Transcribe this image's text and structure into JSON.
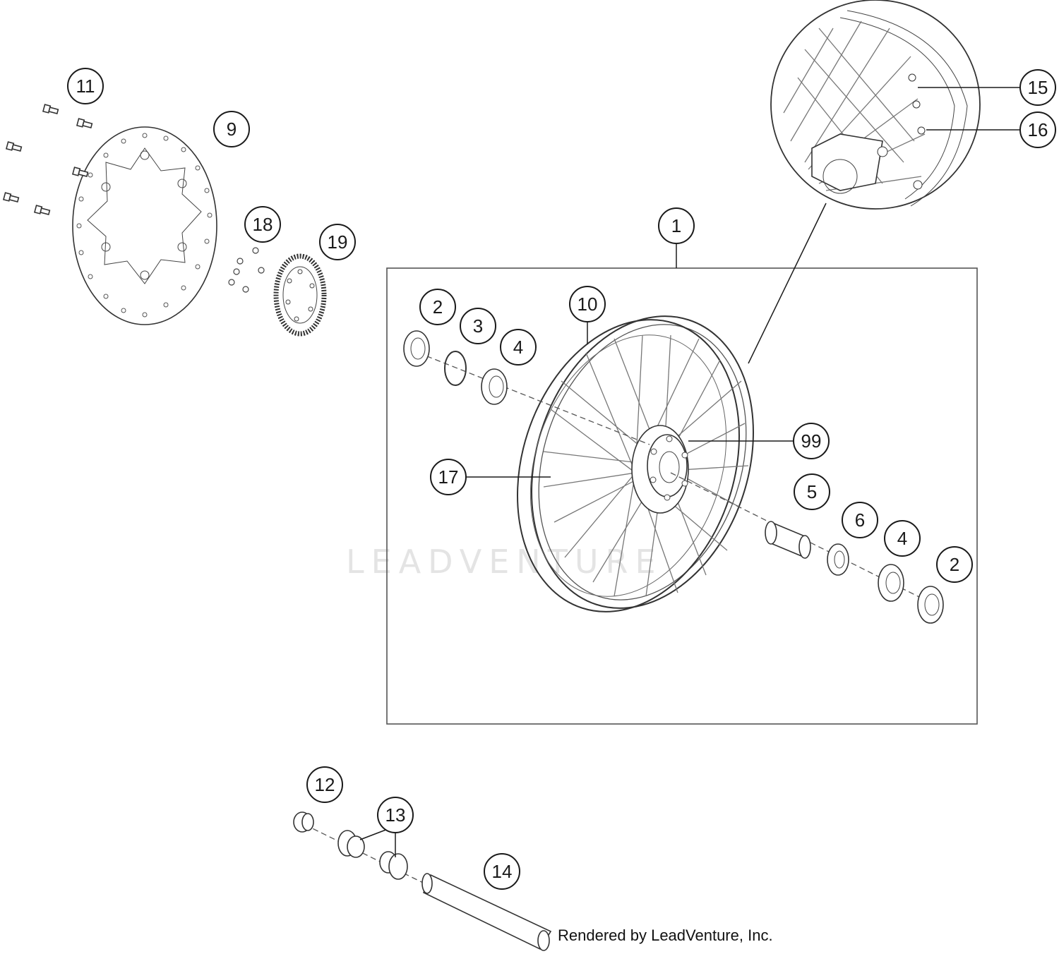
{
  "diagram": {
    "callouts": [
      "1",
      "2",
      "3",
      "4",
      "5",
      "6",
      "4",
      "2",
      "9",
      "10",
      "11",
      "12",
      "13",
      "14",
      "15",
      "16",
      "17",
      "18",
      "19",
      "99"
    ],
    "watermark": "LEADVENTURE",
    "credit": "Rendered by LeadVenture, Inc."
  },
  "colors": {
    "line": "#1a1a1a",
    "part_stroke": "#333333",
    "background": "#ffffff"
  }
}
